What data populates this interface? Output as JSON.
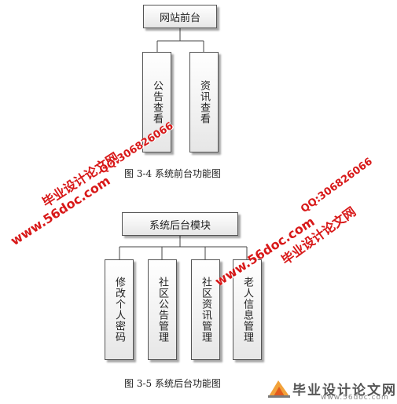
{
  "diagram1": {
    "root": "网站前台",
    "children": [
      "公告查看",
      "资讯查看"
    ],
    "caption": "图  3-4  系统前台功能图"
  },
  "diagram2": {
    "root": "系统后台模块",
    "children": [
      "修改个人密码",
      "社区公告管理",
      "社区资讯管理",
      "老人信息管理"
    ],
    "caption": "图  3-5  系统后台功能图"
  },
  "watermarks": {
    "site_url": "www.56doc.com",
    "qq": "QQ:306826066",
    "site_name": "毕业设计论文网"
  },
  "logo": {
    "text": "毕业设计论文网",
    "url": "www.56doc.com"
  },
  "colors": {
    "watermark": "#d81818",
    "border": "#555555"
  }
}
